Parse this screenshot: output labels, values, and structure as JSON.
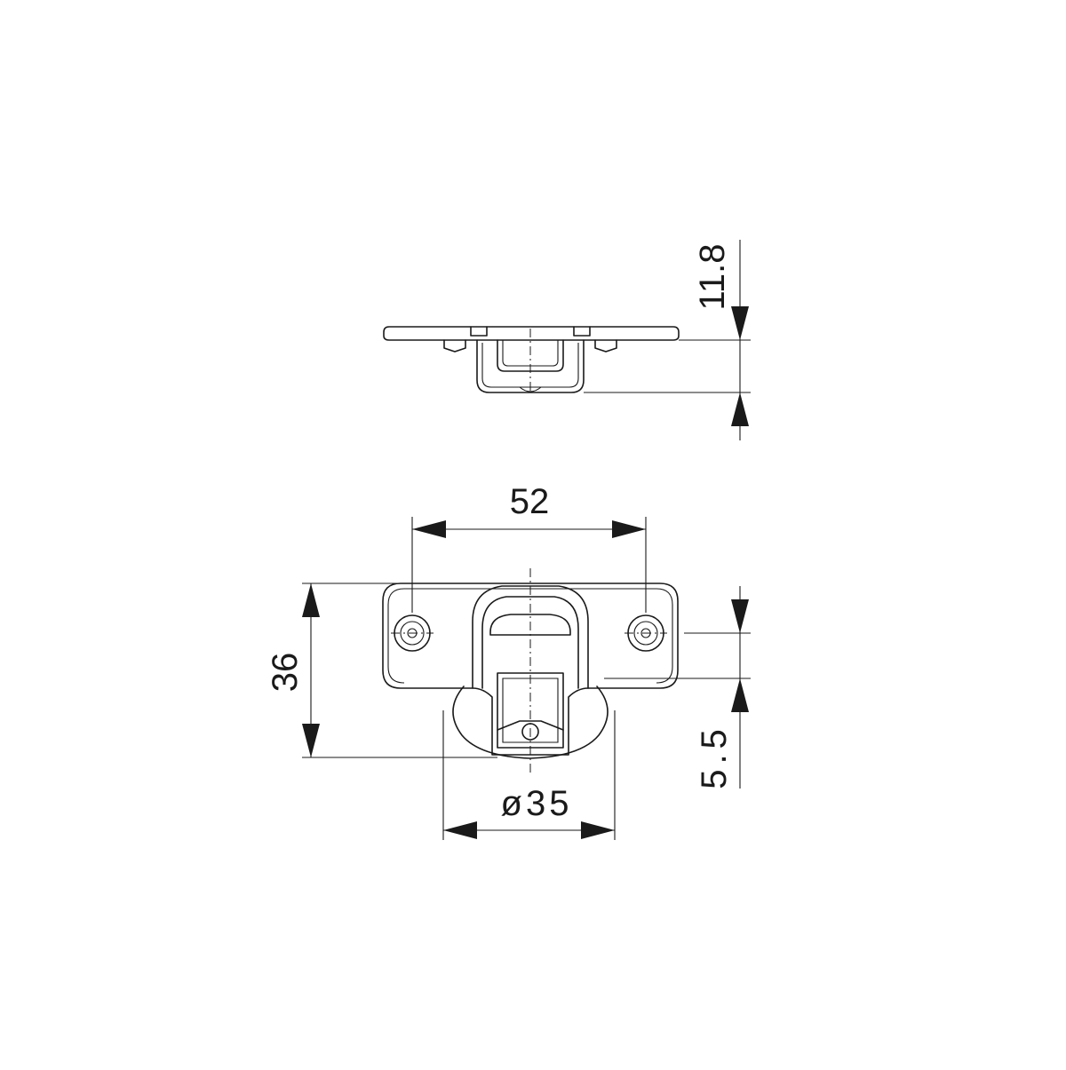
{
  "drawing": {
    "subject": "hinge cup",
    "dimensions": {
      "height_side": "11.8",
      "hole_spacing": "52",
      "plate_height": "36",
      "cup_diameter": "ø35",
      "hole_offset": "5.5"
    },
    "colors": {
      "background": "#ffffff",
      "line": "#1a1a1a"
    }
  }
}
